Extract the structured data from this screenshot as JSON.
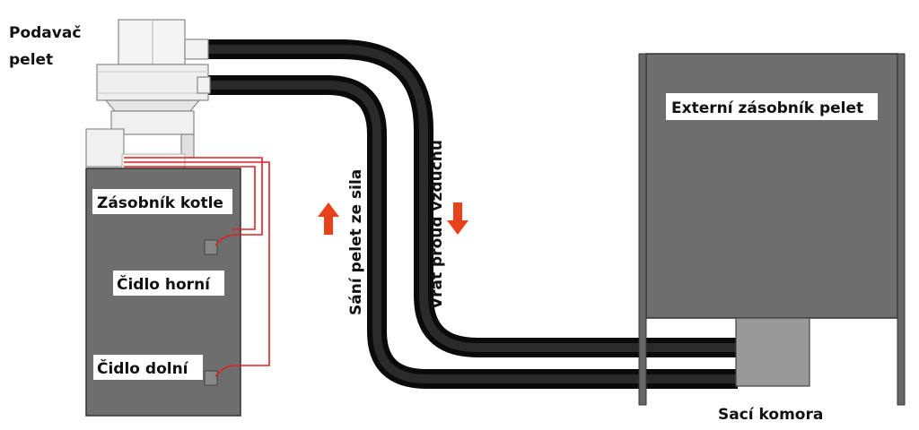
{
  "labels": {
    "feeder_line1": "Podavač",
    "feeder_line2": "pelet",
    "boiler_tank": "Zásobník kotle",
    "sensor_top": "Čidlo horní",
    "sensor_bottom": "Čidlo dolní",
    "suction": "Sání pelet ze sila",
    "return_air": "Vrat proud vzduchu",
    "external_tank": "Externí zásobník pelet",
    "suction_chamber": "Sací komora"
  },
  "colors": {
    "tank_fill": "#6e6e6e",
    "hose": "#0a0a0a",
    "wire": "#e02020",
    "arrow": "#e8421c",
    "feeder_fill": "#f2f2f2",
    "chamber_fill": "#999999"
  }
}
